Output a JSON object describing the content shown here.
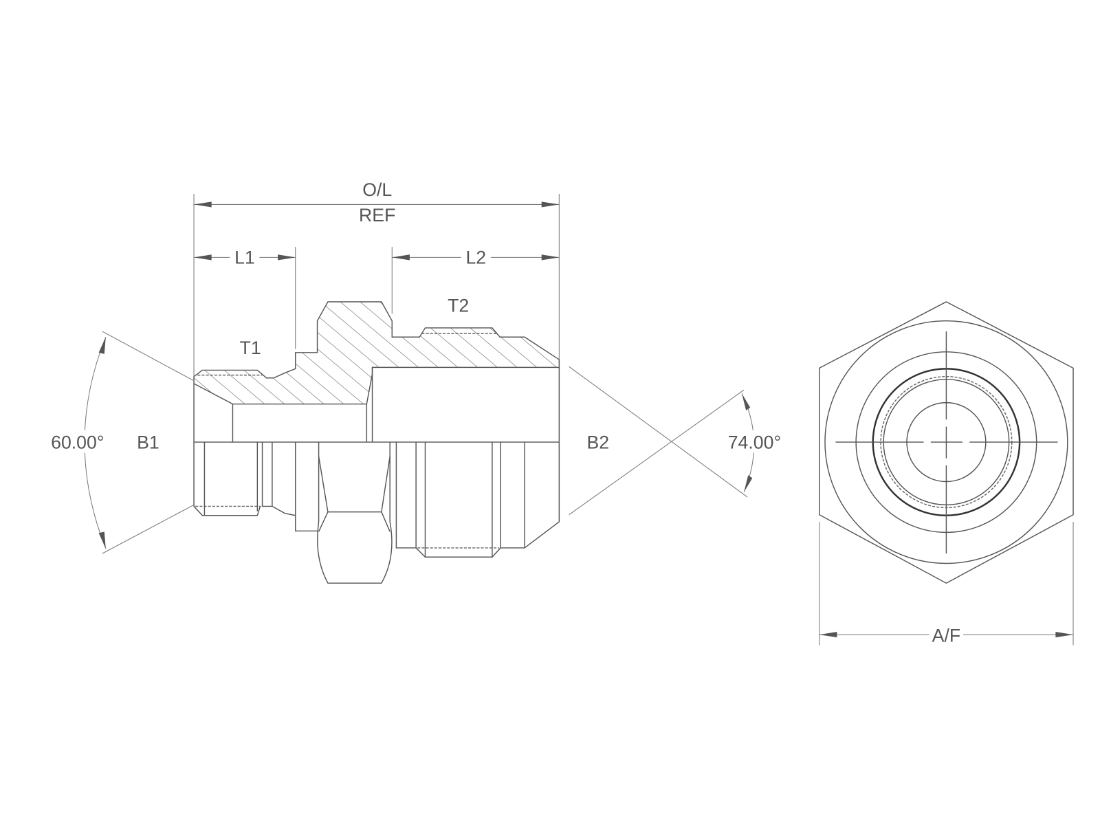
{
  "drawing": {
    "side_view": {
      "overall_length_label": "O/L",
      "overall_length_note": "REF",
      "length1_label": "L1",
      "length2_label": "L2",
      "thread1_label": "T1",
      "thread2_label": "T2",
      "bore1_label": "B1",
      "bore2_label": "B2",
      "angle1_label": "60.00°",
      "angle2_label": "74.00°"
    },
    "end_view": {
      "across_flats_label": "A/F"
    }
  }
}
